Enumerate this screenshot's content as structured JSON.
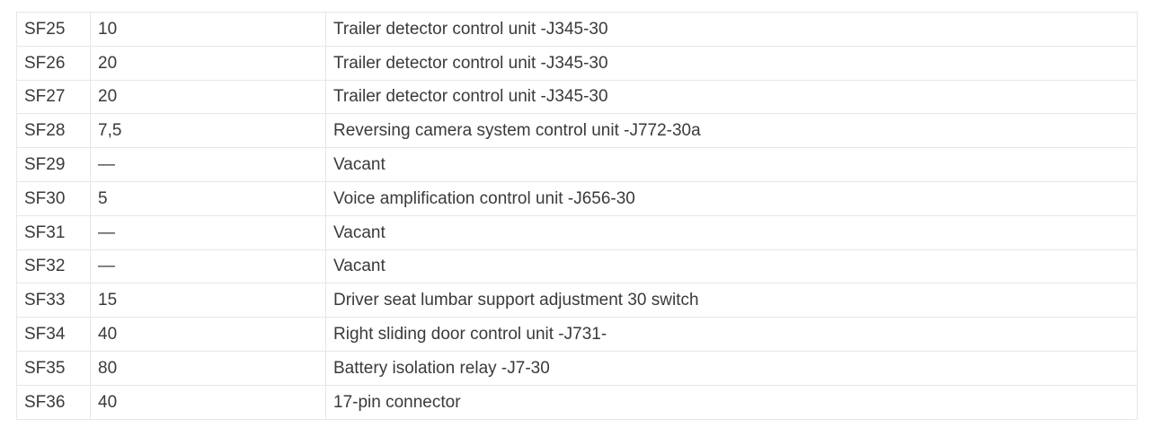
{
  "page": {
    "background_color": "#ffffff",
    "grid_border_color": "#e4e7ec",
    "text_color": "#3a3a3a"
  },
  "table": {
    "columns": [
      "fuse_id",
      "amperage",
      "description"
    ],
    "rows": [
      {
        "fuse": "SF25",
        "amperage": "10",
        "description": "Trailer detector control unit -J345-30"
      },
      {
        "fuse": "SF26",
        "amperage": "20",
        "description": "Trailer detector control unit -J345-30"
      },
      {
        "fuse": "SF27",
        "amperage": "20",
        "description": "Trailer detector control unit -J345-30"
      },
      {
        "fuse": "SF28",
        "amperage": "7,5",
        "description": "Reversing camera system control unit -J772-30a"
      },
      {
        "fuse": "SF29",
        "amperage": "—",
        "description": "Vacant"
      },
      {
        "fuse": "SF30",
        "amperage": "5",
        "description": "Voice amplification control unit -J656-30"
      },
      {
        "fuse": "SF31",
        "amperage": "—",
        "description": "Vacant"
      },
      {
        "fuse": "SF32",
        "amperage": "—",
        "description": "Vacant"
      },
      {
        "fuse": "SF33",
        "amperage": "15",
        "description": "Driver seat lumbar support adjustment 30 switch"
      },
      {
        "fuse": "SF34",
        "amperage": "40",
        "description": "Right sliding door control unit -J731-"
      },
      {
        "fuse": "SF35",
        "amperage": "80",
        "description": "Battery isolation relay -J7-30"
      },
      {
        "fuse": "SF36",
        "amperage": "40",
        "description": "17-pin connector"
      }
    ]
  }
}
